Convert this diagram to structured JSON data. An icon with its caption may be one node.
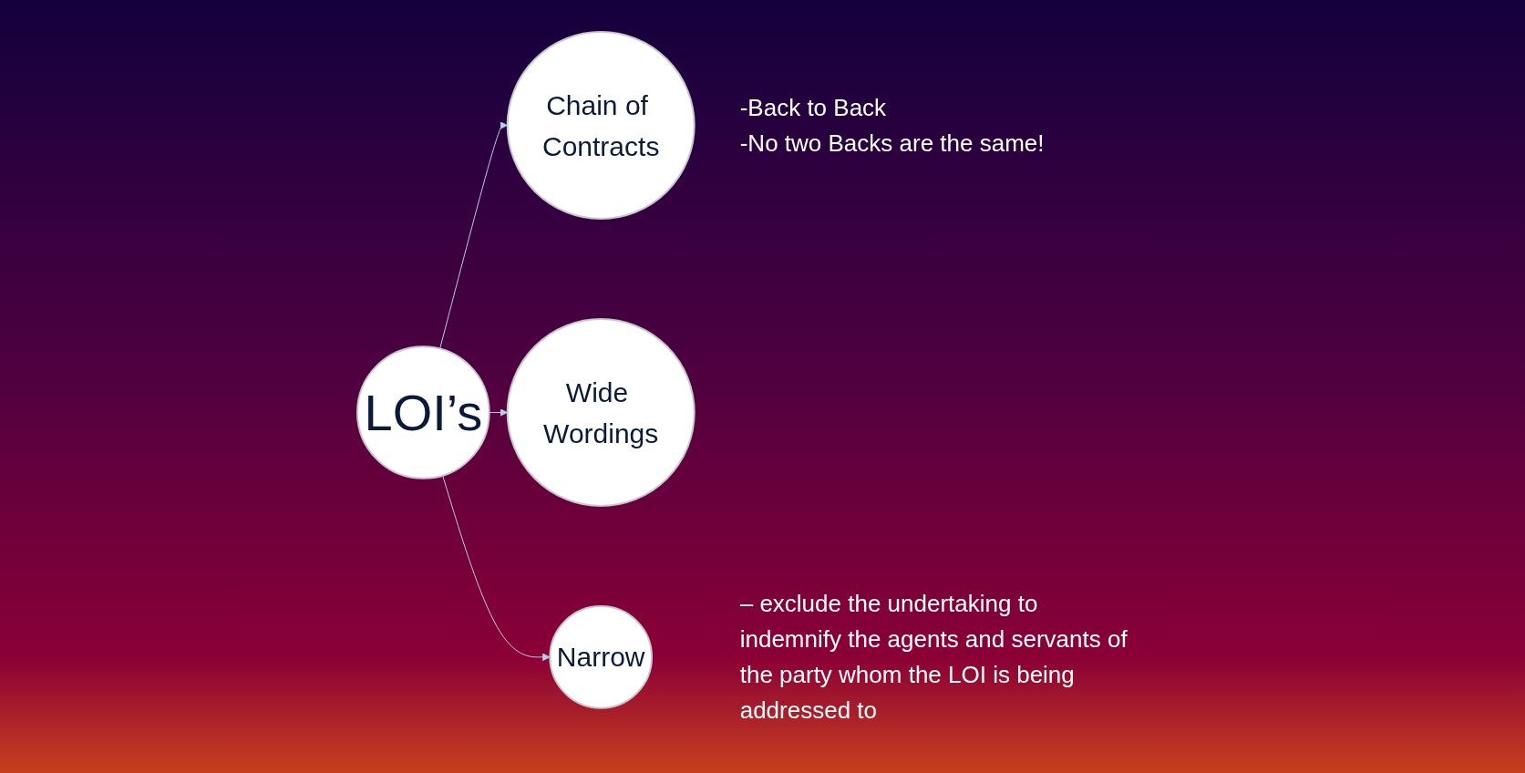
{
  "diagram": {
    "nodes": [
      {
        "text": [
          "Chain of Contracts"
        ],
        "beside": [
          "-Back to Back",
          "-No two Backs are the same!"
        ]
      },
      {
        "text": [
          "LOI’s"
        ]
      },
      {
        "text": [
          "Wide Wordings"
        ]
      },
      {
        "text": [
          "Narrow"
        ],
        "beside": [
          "– exclude the undertaking to indemnify the agents and servants of the party whom the LOI is being addressed to"
        ]
      }
    ],
    "edges": [
      {
        "from": 1,
        "to": 0,
        "arrow": "to"
      },
      {
        "from": 1,
        "to": 2,
        "arrow": "to"
      },
      {
        "from": 1,
        "to": 3,
        "arrow": "to"
      }
    ]
  }
}
